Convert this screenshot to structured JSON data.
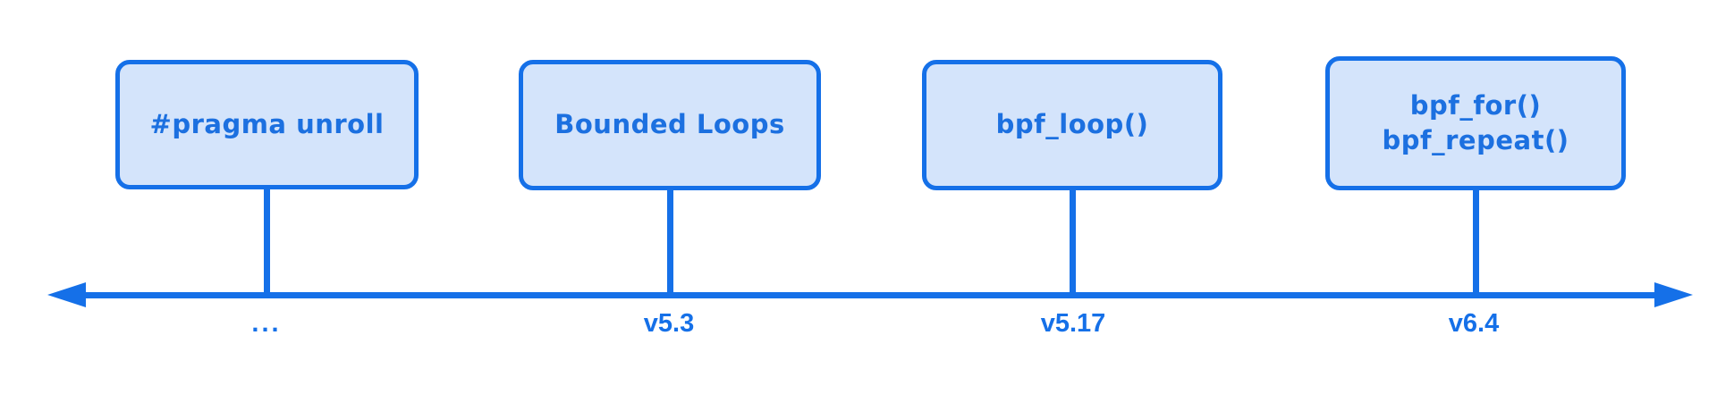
{
  "colors": {
    "accent": "#1570e8",
    "box_fill": "#d4e4fb",
    "box_text": "#1c70e0",
    "background": "#ffffff"
  },
  "diagram": {
    "description": "timeline-of-bpf-loop-constructs",
    "items": [
      {
        "label": "#pragma unroll",
        "version": "..."
      },
      {
        "label": "Bounded Loops",
        "version": "v5.3"
      },
      {
        "label": "bpf_loop()",
        "version": "v5.17"
      },
      {
        "label_lines": [
          "bpf_for()",
          "bpf_repeat()"
        ],
        "version": "v6.4"
      }
    ]
  }
}
